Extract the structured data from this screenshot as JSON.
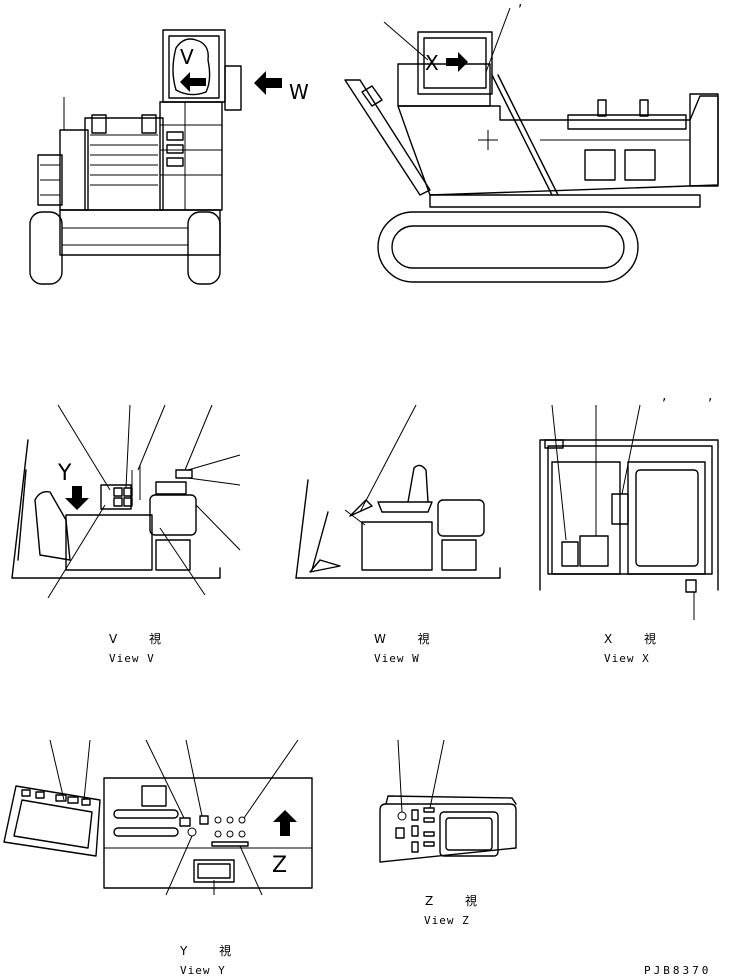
{
  "views": {
    "v": {
      "jp": "V 視",
      "en": "View V"
    },
    "w": {
      "jp": "W 視",
      "en": "View W"
    },
    "x": {
      "jp": "X 視",
      "en": "View X"
    },
    "y": {
      "jp": "Y 視",
      "en": "View Y"
    },
    "z": {
      "jp": "Z 視",
      "en": "View Z"
    }
  },
  "letters": {
    "v": "V",
    "w": "W",
    "x": "X",
    "y": "Y",
    "z": "Z"
  },
  "marks": {
    "comma": ","
  },
  "drawing_code": "PJB8370"
}
